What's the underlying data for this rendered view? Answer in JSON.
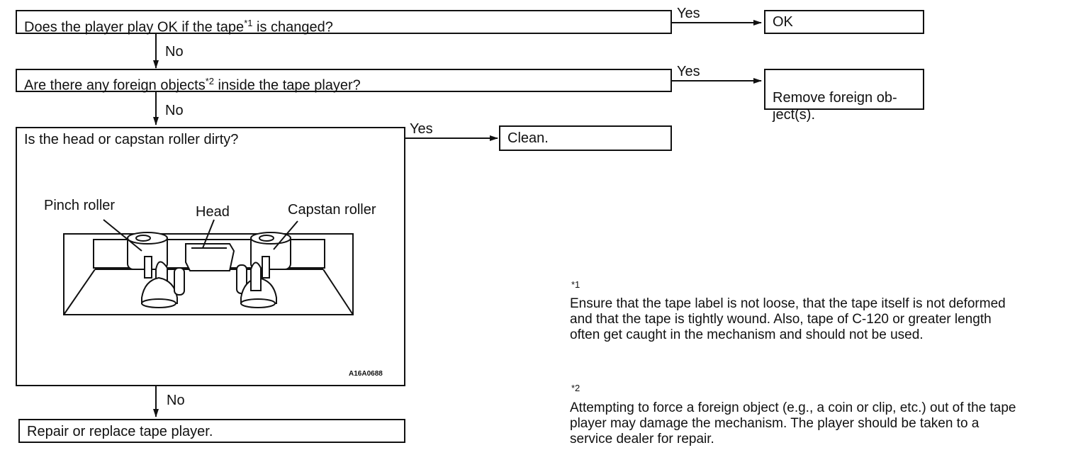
{
  "q1": {
    "pre": "Does the player play OK if the tape",
    "sup": "*1",
    "post": " is changed?"
  },
  "q2": {
    "pre": "Are there any foreign objects",
    "sup": "*2",
    "post": " inside the tape player?"
  },
  "q3": "Is the head or capstan roller dirty?",
  "results": {
    "ok": "OK",
    "remove": "Remove foreign ob-\nject(s).",
    "clean": "Clean.",
    "repair": "Repair or replace tape player."
  },
  "labels": {
    "yes": "Yes",
    "no": "No"
  },
  "illustration": {
    "pinch": "Pinch roller",
    "head": "Head",
    "capstan": "Capstan roller",
    "code": "A16A0688"
  },
  "notes": [
    {
      "mark": "*1",
      "text": "Ensure that the tape label is not loose, that the tape itself is not deformed and that the tape is tightly wound. Also, tape of C-120 or greater length often get caught in the mechanism and should not be used."
    },
    {
      "mark": "*2",
      "text": "Attempting to force a foreign object (e.g., a coin or clip, etc.) out of the tape player may damage the mechanism. The player should be taken to a service dealer for repair."
    }
  ]
}
